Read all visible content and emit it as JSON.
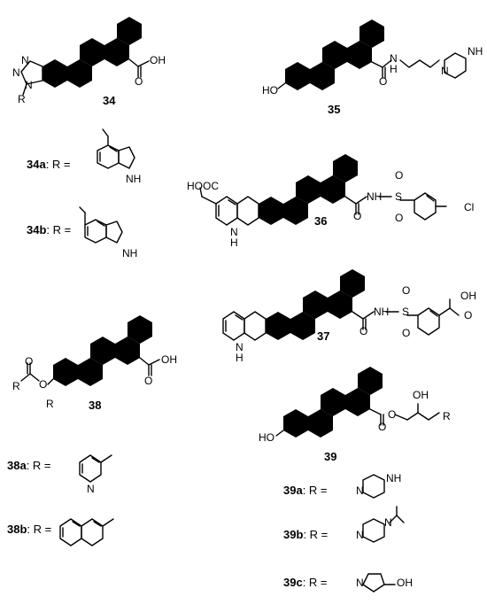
{
  "compounds": [
    {
      "id": "34",
      "atoms": {
        "N1": "N",
        "N2": "N",
        "N3": "N",
        "R": "R",
        "OH": "OH",
        "O": "O"
      }
    },
    {
      "id": "35",
      "atoms": {
        "HO": "HO",
        "O": "O",
        "N": "N",
        "H": "H",
        "NH": "NH",
        "N2": "N"
      }
    },
    {
      "id": "36",
      "atoms": {
        "HOOC": "HOOC",
        "NH": "N",
        "H": "H",
        "O": "O",
        "NH2": "NH",
        "S": "S",
        "O1": "O",
        "O2": "O",
        "Cl": "Cl"
      }
    },
    {
      "id": "37",
      "atoms": {
        "N": "N",
        "H": "H",
        "O": "O",
        "NH": "NH",
        "S": "S",
        "O1": "O",
        "O2": "O",
        "OH": "OH",
        "O3": "O"
      }
    },
    {
      "id": "38",
      "atoms": {
        "O1": "O",
        "O2": "O",
        "R1": "R",
        "R2": "R",
        "OH": "OH",
        "O3": "O"
      }
    },
    {
      "id": "39",
      "atoms": {
        "HO": "HO",
        "O1": "O",
        "O2": "O",
        "OH": "OH",
        "R": "R"
      }
    }
  ],
  "substituents": [
    {
      "id": "34a",
      "eq": ": R =",
      "atoms": {
        "NH": "NH"
      }
    },
    {
      "id": "34b",
      "eq": ": R =",
      "atoms": {
        "NH": "NH"
      }
    },
    {
      "id": "38a",
      "eq": ": R =",
      "atoms": {
        "N": "N"
      }
    },
    {
      "id": "38b",
      "eq": ": R =",
      "atoms": {}
    },
    {
      "id": "39a",
      "eq": ": R =",
      "atoms": {
        "N": "N",
        "NH": "NH"
      }
    },
    {
      "id": "39b",
      "eq": ": R =",
      "atoms": {
        "N1": "N",
        "N2": "N"
      }
    },
    {
      "id": "39c",
      "eq": ": R =",
      "atoms": {
        "N": "N",
        "OH": "OH"
      }
    }
  ]
}
